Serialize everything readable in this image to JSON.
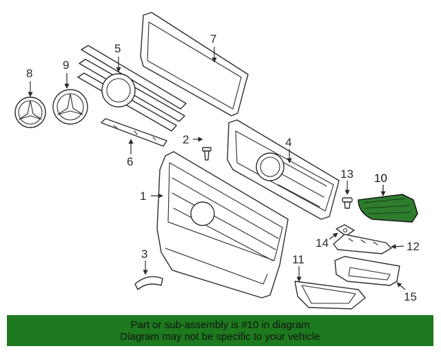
{
  "callouts": {
    "p1": "1",
    "p2": "2",
    "p3": "3",
    "p4": "4",
    "p5": "5",
    "p6": "6",
    "p7": "7",
    "p8": "8",
    "p9": "9",
    "p10": "10",
    "p11": "11",
    "p12": "12",
    "p13": "13",
    "p14": "14",
    "p15": "15"
  },
  "highlight": {
    "part": "10",
    "color": "#2e7d2e"
  },
  "banner": {
    "line1": "Part or sub-assembly is #10 in diagram",
    "line2": "Diagram may not be specific to your vehicle",
    "color": "#1e7a1e"
  }
}
